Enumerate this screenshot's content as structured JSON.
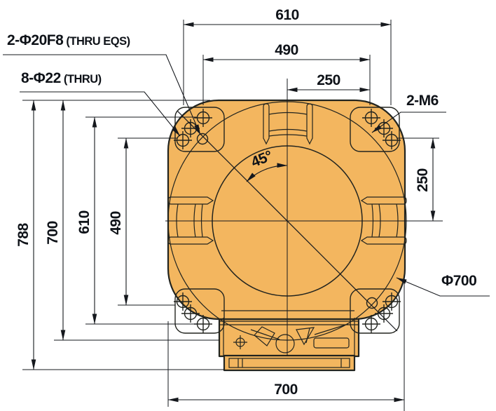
{
  "drawing_type": "mechanical-base-top-view",
  "labels": {
    "dowel_main": "2-Φ20F8",
    "dowel_note": " (THRU EQS)",
    "thru_main": "8-Φ22",
    "thru_note": " (THRU)",
    "tap": "2-M6",
    "diameter": "Φ700",
    "angle": "45°"
  },
  "dimensions": {
    "top": [
      "610",
      "490",
      "250"
    ],
    "left": [
      "788",
      "700",
      "610",
      "490"
    ],
    "right": [
      "250"
    ],
    "bottom": [
      "700"
    ]
  },
  "colors": {
    "body_fill": "#F3B65F",
    "outline": "#22241F",
    "dimension": "#15181D",
    "background": "#FFFFFF"
  }
}
